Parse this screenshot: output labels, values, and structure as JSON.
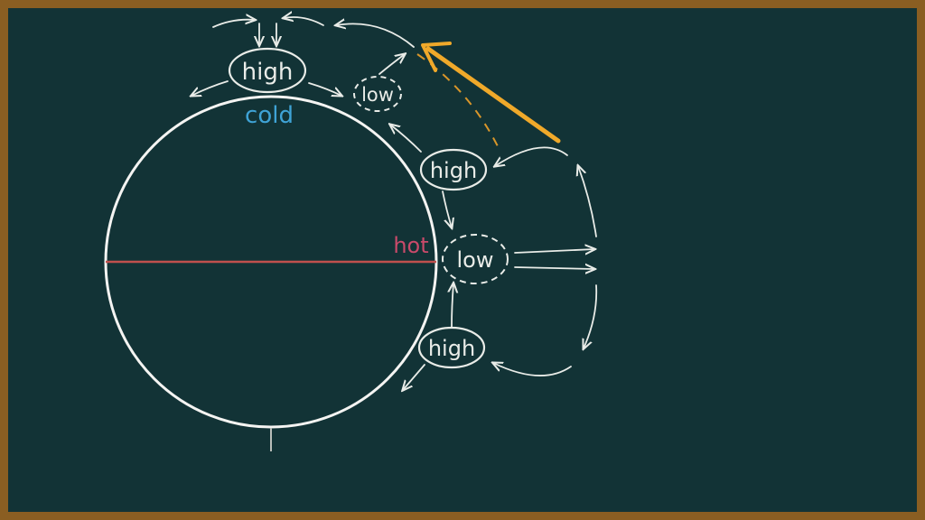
{
  "colors": {
    "frame": "#8a5e22",
    "board": "#123336",
    "chalk": "#e9ece8",
    "equator": "#c0504d",
    "cold": "#3fa3d6",
    "hot": "#c94a6a",
    "highlight": "#f0a92a"
  },
  "labels": {
    "cold": "cold",
    "hot": "hot",
    "pole_high": "high",
    "pole_low": "low",
    "mid_high": "high",
    "equator_low": "low",
    "south_high": "high"
  }
}
